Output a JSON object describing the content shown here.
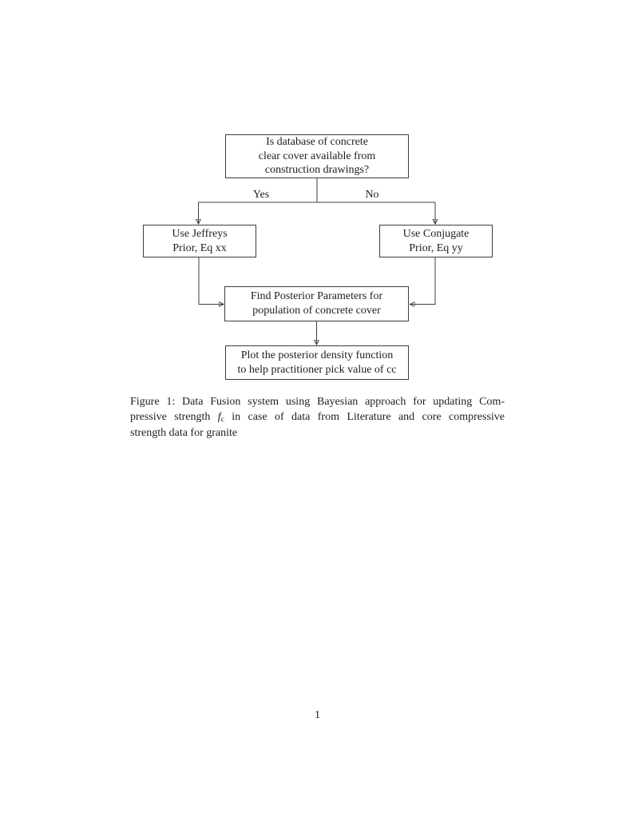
{
  "page": {
    "background": "#ffffff",
    "ink_color": "#1e1e1e",
    "line_color": "#3d3d3d",
    "page_number": "1"
  },
  "flowchart": {
    "box_fill": "#ffffff",
    "nodes": {
      "question": {
        "lines": [
          "Is database of concrete",
          "clear cover available from",
          "construction drawings?"
        ]
      },
      "jeffreys": {
        "lines": [
          "Use Jeffreys",
          "Prior, Eq xx"
        ]
      },
      "conjugate": {
        "lines": [
          "Use Conjugate",
          "Prior, Eq yy"
        ]
      },
      "posterior": {
        "lines": [
          "Find Posterior Parameters for",
          "population of concrete cover"
        ]
      },
      "plot": {
        "lines": [
          "Plot the posterior density function",
          "to help practitioner pick value of cc"
        ]
      }
    },
    "edge_labels": {
      "yes": "Yes",
      "no": "No"
    }
  },
  "caption": {
    "line1": "Figure 1: Data Fusion system using Bayesian approach for updating Com-",
    "line2_pre": "pressive strength",
    "line2_math_base": "f",
    "line2_math_sub": "c",
    "line2_post": "in case of data from Literature and core compressive",
    "line3": "strength data for granite"
  }
}
